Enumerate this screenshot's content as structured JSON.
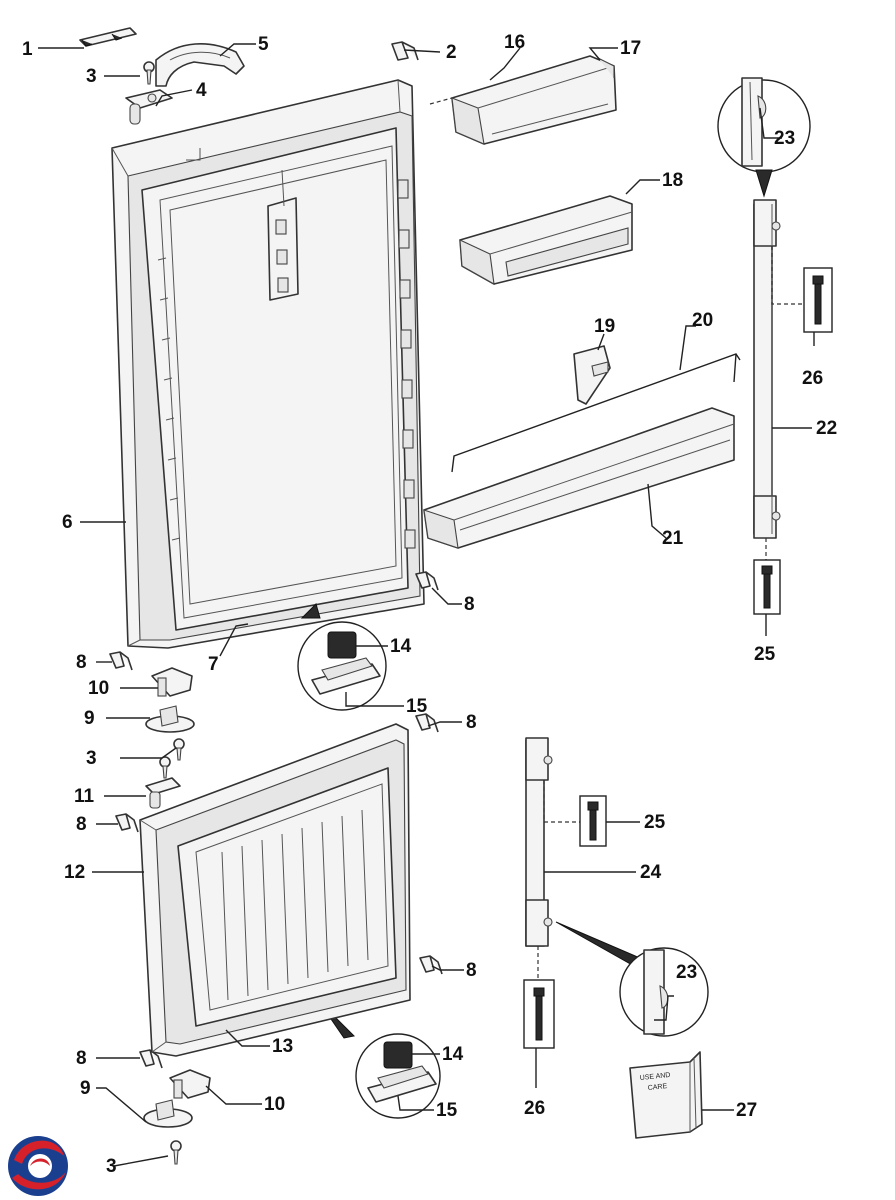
{
  "diagram": {
    "callouts": [
      {
        "id": "1",
        "text": "1"
      },
      {
        "id": "2",
        "text": "2"
      },
      {
        "id": "3a",
        "text": "3"
      },
      {
        "id": "4",
        "text": "4"
      },
      {
        "id": "5",
        "text": "5"
      },
      {
        "id": "6",
        "text": "6"
      },
      {
        "id": "7",
        "text": "7"
      },
      {
        "id": "8a",
        "text": "8"
      },
      {
        "id": "8b",
        "text": "8"
      },
      {
        "id": "8c",
        "text": "8"
      },
      {
        "id": "8d",
        "text": "8"
      },
      {
        "id": "8e",
        "text": "8"
      },
      {
        "id": "8f",
        "text": "8"
      },
      {
        "id": "9a",
        "text": "9"
      },
      {
        "id": "9b",
        "text": "9"
      },
      {
        "id": "10a",
        "text": "10"
      },
      {
        "id": "10b",
        "text": "10"
      },
      {
        "id": "3b",
        "text": "3"
      },
      {
        "id": "3c",
        "text": "3"
      },
      {
        "id": "11",
        "text": "11"
      },
      {
        "id": "12",
        "text": "12"
      },
      {
        "id": "13",
        "text": "13"
      },
      {
        "id": "14a",
        "text": "14"
      },
      {
        "id": "14b",
        "text": "14"
      },
      {
        "id": "15a",
        "text": "15"
      },
      {
        "id": "15b",
        "text": "15"
      },
      {
        "id": "16",
        "text": "16"
      },
      {
        "id": "17",
        "text": "17"
      },
      {
        "id": "18",
        "text": "18"
      },
      {
        "id": "19",
        "text": "19"
      },
      {
        "id": "20",
        "text": "20"
      },
      {
        "id": "21",
        "text": "21"
      },
      {
        "id": "22",
        "text": "22"
      },
      {
        "id": "23a",
        "text": "23"
      },
      {
        "id": "23b",
        "text": "23"
      },
      {
        "id": "24",
        "text": "24"
      },
      {
        "id": "25a",
        "text": "25"
      },
      {
        "id": "25b",
        "text": "25"
      },
      {
        "id": "26a",
        "text": "26"
      },
      {
        "id": "26b",
        "text": "26"
      },
      {
        "id": "27",
        "text": "27"
      }
    ],
    "manual_cover_text": [
      "USE AND",
      "CARE"
    ],
    "logo": {
      "name": "brand-logo-icon",
      "colors": [
        "#1b3f8f",
        "#d6202a"
      ]
    }
  }
}
